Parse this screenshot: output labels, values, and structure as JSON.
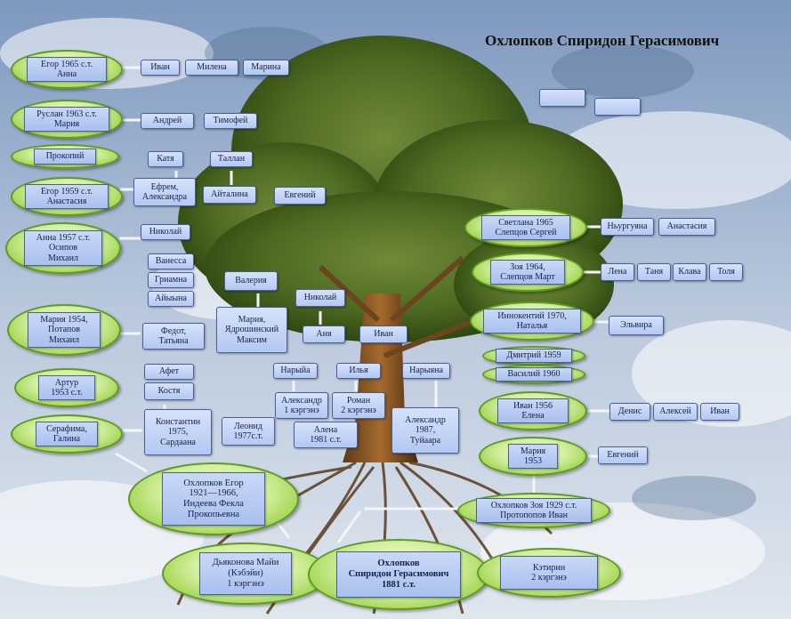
{
  "title": "Охлопков Спиридон Герасимович",
  "colors": {
    "sky": "#9fb6d4",
    "oval_green": "#9dd24c",
    "box_blue": "#b3c8f1",
    "text": "#142050"
  },
  "icons": {
    "connectors": "arrow-icon"
  },
  "left_ovals": {
    "egor1965": "Егор 1965 с.т.\nАнна",
    "ruslan1963": "Руслан 1963 с.т.\nМария",
    "prokopiy": "Прокопий",
    "egor1959": "Егор 1959 с.т.\nАнастасия",
    "anna1957": "Анна 1957 с.т.\nОсипов\nМихаил",
    "maria1954": "Мария 1954,\nПотапов\nМихаил",
    "artur1953": "Артур\n1953 с.т.",
    "serafima": "Серафима,\nГалина"
  },
  "left_children": {
    "ivan": "Иван",
    "milena": "Милена",
    "marina": "Марина",
    "andrey": "Андрей",
    "timofey": "Тимофей",
    "katya": "Катя",
    "tallan": "Таллан",
    "efrem": "Ефрем,\nАлександра",
    "aytalina": "Айталина",
    "evgeniy": "Евгений",
    "nikolay1": "Николай",
    "vanessa": "Ванесса",
    "gritsina": "Гриамна",
    "ayyyna": "Айыына",
    "fedot": "Федот,\nТатьяна",
    "valeriya": "Валерия",
    "maria_yaroshinsky": "Мария,\nЯдрошинский\nМаксим",
    "nikolay2": "Николай",
    "anya": "Аня",
    "ivan2": "Иван",
    "afet": "Афет",
    "kostya": "Костя",
    "konstantin": "Константин\n1975,\nСардаана",
    "leonid": "Леонид\n1977с.т.",
    "nariyya": "Нарыйа",
    "ilya": "Илья",
    "nariyana": "Нарыяна",
    "alexandr_k": "Александр\n1 кэргэнэ",
    "roman": "Роман\n2 кэргэнэ",
    "alena": "Алена\n1981 с.т.",
    "alexandr1987": "Александр\n1987,\nТуйаара"
  },
  "right_ovals": {
    "svetlana": "Светлана 1965\nСлепцов Сергей",
    "zoya1964": "Зоя 1964,\nСлепцов Март",
    "innokentiy": "Иннокентий 1970,\nНаталья",
    "dmitriy": "Дмитрий 1959",
    "vasiliy": "Василий 1960",
    "ivan1956": "Иван 1956\nЕлена",
    "maria1953": "Мария\n1953",
    "zoya1929": "Охлопков Зоя 1929 с.т.\nПротопопов Иван",
    "katrin": "Кэтирин\n2 кэргэнэ"
  },
  "right_children": {
    "nyurguyana": "Ньургуяна",
    "anastasiya": "Анастасия",
    "lena": "Лена",
    "tanya": "Таня",
    "klava": "Клава",
    "tolya": "Толя",
    "elvira": "Эльвира",
    "denis": "Денис",
    "aleksey": "Алексей",
    "ivan3": "Иван",
    "evgeniy2": "Евгений"
  },
  "empty_boxes": [
    "",
    ""
  ],
  "root_ovals": {
    "egor1921": "Охлопков Егор\n1921—1966,\nИндеева Фекла\nПрокопьевна",
    "dyakonova": "Дьяконова Майи\n(Кэбэйи)\n1 кэргэнэ",
    "spiridon": "Охлопков\nСпиридон Герасимович\n1881 с.т."
  }
}
